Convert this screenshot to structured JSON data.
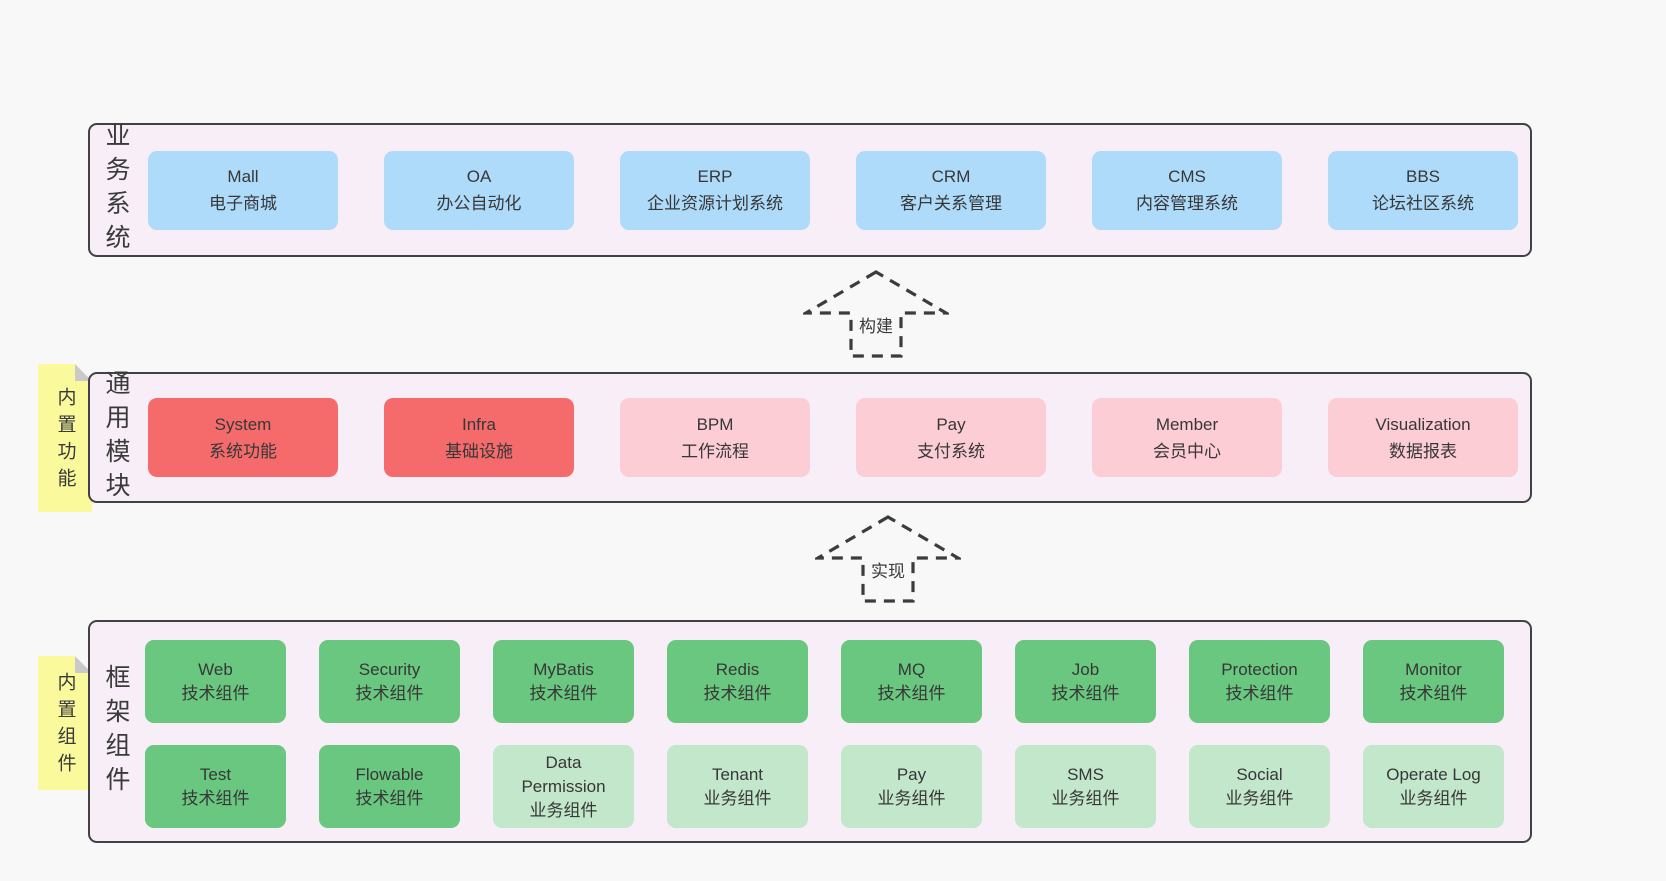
{
  "colors": {
    "page_background": "#f8f8f8",
    "band_background": "#f8eef7",
    "band_border": "#424242",
    "blue_box": "#aedbfa",
    "red_box": "#f56b6c",
    "pink_box": "#fccdd5",
    "green_box": "#6ac77f",
    "light_green_box": "#c2e7ca",
    "sticky_note": "#fafa9d",
    "note_fold": "#c9c9c9",
    "text": "#3a3a3a"
  },
  "bands": [
    {
      "label": "业务系统",
      "boxes": [
        {
          "name": "Mall",
          "desc": "电子商城",
          "type": "blue"
        },
        {
          "name": "OA",
          "desc": "办公自动化",
          "type": "blue"
        },
        {
          "name": "ERP",
          "desc": "企业资源计划系统",
          "type": "blue"
        },
        {
          "name": "CRM",
          "desc": "客户关系管理",
          "type": "blue"
        },
        {
          "name": "CMS",
          "desc": "内容管理系统",
          "type": "blue"
        },
        {
          "name": "BBS",
          "desc": "论坛社区系统",
          "type": "blue"
        }
      ]
    },
    {
      "label": "通用模块",
      "note": "内置功能",
      "boxes": [
        {
          "name": "System",
          "desc": "系统功能",
          "type": "red"
        },
        {
          "name": "Infra",
          "desc": "基础设施",
          "type": "red"
        },
        {
          "name": "BPM",
          "desc": "工作流程",
          "type": "pink"
        },
        {
          "name": "Pay",
          "desc": "支付系统",
          "type": "pink"
        },
        {
          "name": "Member",
          "desc": "会员中心",
          "type": "pink"
        },
        {
          "name": "Visualization",
          "desc": "数据报表",
          "type": "pink"
        }
      ]
    },
    {
      "label": "框架组件",
      "note": "内置组件",
      "rows": [
        [
          {
            "name": "Web",
            "desc": "技术组件",
            "type": "green"
          },
          {
            "name": "Security",
            "desc": "技术组件",
            "type": "green"
          },
          {
            "name": "MyBatis",
            "desc": "技术组件",
            "type": "green"
          },
          {
            "name": "Redis",
            "desc": "技术组件",
            "type": "green"
          },
          {
            "name": "MQ",
            "desc": "技术组件",
            "type": "green"
          },
          {
            "name": "Job",
            "desc": "技术组件",
            "type": "green"
          },
          {
            "name": "Protection",
            "desc": "技术组件",
            "type": "green"
          },
          {
            "name": "Monitor",
            "desc": "技术组件",
            "type": "green"
          }
        ],
        [
          {
            "name": "Test",
            "desc": "技术组件",
            "type": "green"
          },
          {
            "name": "Flowable",
            "desc": "技术组件",
            "type": "green"
          },
          {
            "name": "Data Permission",
            "desc": "业务组件",
            "type": "lightgreen"
          },
          {
            "name": "Tenant",
            "desc": "业务组件",
            "type": "lightgreen"
          },
          {
            "name": "Pay",
            "desc": "业务组件",
            "type": "lightgreen"
          },
          {
            "name": "SMS",
            "desc": "业务组件",
            "type": "lightgreen"
          },
          {
            "name": "Social",
            "desc": "业务组件",
            "type": "lightgreen"
          },
          {
            "name": "Operate Log",
            "desc": "业务组件",
            "type": "lightgreen"
          }
        ]
      ]
    }
  ],
  "arrows": [
    {
      "label": "构建"
    },
    {
      "label": "实现"
    }
  ]
}
